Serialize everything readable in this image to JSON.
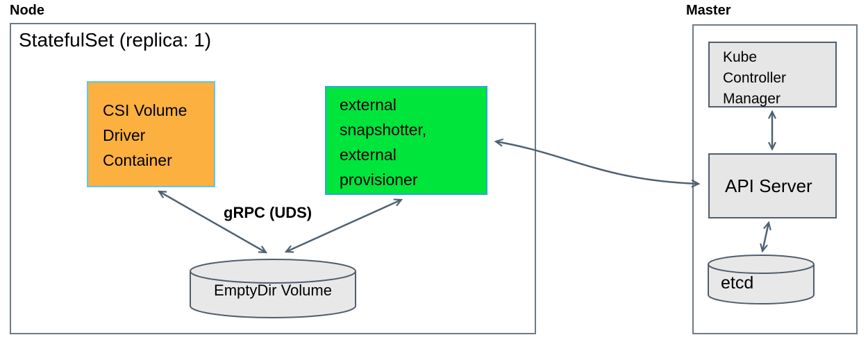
{
  "node": {
    "label": "Node",
    "statefulset_title": "StatefulSet (replica: 1)",
    "csi_box": {
      "lines": [
        "CSI Volume",
        "Driver",
        "Container"
      ],
      "fill": "#FBB040",
      "border": "#5FC6EF"
    },
    "external_box": {
      "lines": [
        "external",
        "snapshotter,",
        "external",
        "provisioner"
      ],
      "fill": "#00E53C",
      "border": "#2AA7DF"
    },
    "grpc_label": "gRPC (UDS)",
    "emptydir": {
      "label": "EmptyDir Volume",
      "fill": "#E8E8E8"
    }
  },
  "master": {
    "label": "Master",
    "kube_controller_manager": {
      "lines": [
        "Kube",
        "Controller",
        "Manager"
      ],
      "fill": "#E6E6E6"
    },
    "api_server": {
      "label": "API Server",
      "fill": "#E6E6E6"
    },
    "etcd": {
      "label": "etcd",
      "fill": "#E8E8E8"
    }
  },
  "colors": {
    "arrow": "#4E6172",
    "outer_box_border": "#6B7A85",
    "inner_box_border": "#4F5D6D",
    "text": "#000000"
  }
}
